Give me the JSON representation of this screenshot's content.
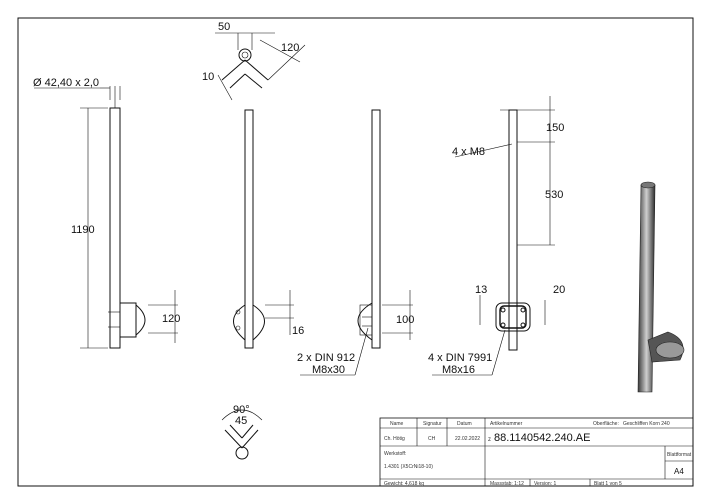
{
  "dimensions": {
    "tube_spec": "Ø 42,40 x 2,0",
    "length_1190": "1190",
    "height_120": "120",
    "top_50": "50",
    "top_120": "120",
    "top_10": "10",
    "len_16": "16",
    "len_100": "100",
    "thread": "4 x M8",
    "len_150": "150",
    "len_530": "530",
    "len_13": "13",
    "len_20": "20",
    "angle": "90°",
    "angle_45": "45"
  },
  "callouts": {
    "din912_a": "2 x DIN 912",
    "din912_b": "M8x30",
    "din7991_a": "4 x DIN 7991",
    "din7991_b": "M8x16"
  },
  "title_block": {
    "name_h": "Name",
    "sign_h": "Signatur",
    "date_h": "Datum",
    "name": "Ch. Hötig",
    "sign": "CH",
    "date": "22.02.2022",
    "article_label": "Artikelnummer",
    "surface_label": "Oberfläche:",
    "surface_value": "Geschliffen Korn 240",
    "article_number": "88.1140542.240.AE",
    "material_label": "Werkstoff:",
    "material_value": "1.4301 (X5CrNi18-10)",
    "format_label": "Blattformat",
    "format_value": "A4",
    "weight": "Gewicht: 4,618 kg",
    "scale": "Massstab: 1:12",
    "version": "Version: 1",
    "sheet": "Blatt 1 von 5"
  }
}
